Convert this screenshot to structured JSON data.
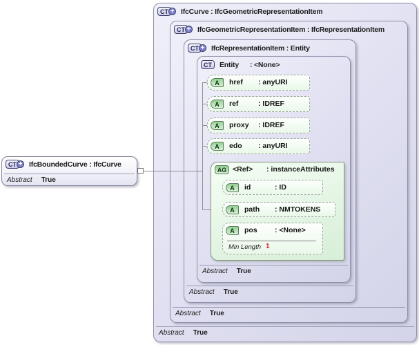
{
  "diagram_title": "IfcCurve schema diagram",
  "palette": {
    "lavender_fill": "#e2e2f3",
    "lavender_border": "#8f8fa9",
    "green_fill": "#e2f4e2",
    "green_border": "#84947e",
    "plus_icon_fill": "#8181d2",
    "facet_value_color": "#cc2222",
    "connector_color": "#8f8f8f"
  },
  "external_node": {
    "badge": "CT",
    "plus": "+",
    "title": "IfcBoundedCurve : IfcCurve",
    "footer": {
      "label": "Abstract",
      "value": "True"
    }
  },
  "hierarchy": {
    "ifcCurve": {
      "badge": "CT",
      "plus": "+",
      "title": "IfcCurve : IfcGeometricRepresentationItem",
      "footer": {
        "label": "Abstract",
        "value": "True"
      }
    },
    "geomRepItem": {
      "badge": "CT",
      "plus": "+",
      "title": "IfcGeometricRepresentationItem : IfcRepresentationItem",
      "footer": {
        "label": "Abstract",
        "value": "True"
      }
    },
    "repItem": {
      "badge": "CT",
      "plus": "+",
      "title": "IfcRepresentationItem : Entity",
      "footer": {
        "label": "Abstract",
        "value": "True"
      }
    },
    "entity": {
      "badge": "CT",
      "name": "Entity",
      "type": ": <None>",
      "footer": {
        "label": "Abstract",
        "value": "True"
      },
      "attributes": [
        {
          "badge": "A",
          "name": "href",
          "type": ": anyURI"
        },
        {
          "badge": "A",
          "name": "ref",
          "type": ": IDREF"
        },
        {
          "badge": "A",
          "name": "proxy",
          "type": ": IDREF"
        },
        {
          "badge": "A",
          "name": "edo",
          "type": ": anyURI"
        }
      ],
      "group": {
        "badge": "AG",
        "name": "<Ref>",
        "type": ": instanceAttributes",
        "attributes": [
          {
            "badge": "A",
            "name": "id",
            "type": ": ID"
          },
          {
            "badge": "A",
            "name": "path",
            "type": ": NMTOKENS"
          },
          {
            "badge": "A",
            "name": "pos",
            "type": ": <None>",
            "facet_label": "Min Length",
            "facet_value": "1"
          }
        ]
      }
    }
  }
}
